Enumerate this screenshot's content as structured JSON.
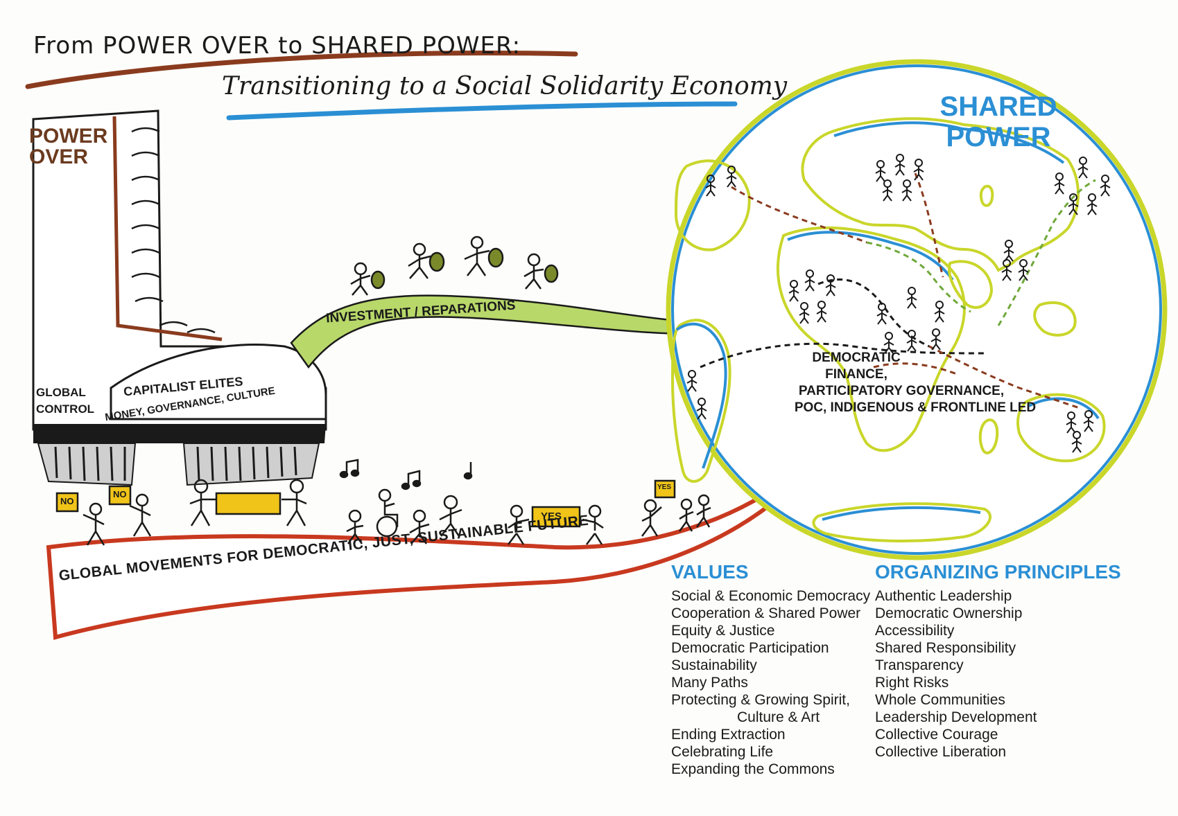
{
  "title": "From POWER OVER to SHARED POWER:",
  "subtitle": "Transitioning to a Social Solidarity Economy",
  "boot": {
    "label": "POWER OVER",
    "global_control": "GLOBAL CONTROL",
    "elites": "CAPITALIST ELITES",
    "elites_detail": "MONEY, GOVERNANCE, CULTURE"
  },
  "green_arrow_label": "INVESTMENT / REPARATIONS",
  "red_arrow_label": "GLOBAL MOVEMENTS FOR DEMOCRATIC, JUST, SUSTAINABLE FUTURE",
  "signs": {
    "no": "NO",
    "yes": "YES"
  },
  "globe": {
    "title": "SHARED POWER",
    "caption_lines": [
      "DEMOCRATIC",
      "FINANCE,",
      "PARTICIPATORY GOVERNANCE,",
      "POC, INDIGENOUS & FRONTLINE LED"
    ]
  },
  "values": {
    "heading": "VALUES",
    "items": [
      "Social & Economic Democracy",
      "Cooperation & Shared Power",
      "Equity & Justice",
      "Democratic Participation",
      "Sustainability",
      "Many Paths",
      "Protecting & Growing Spirit,",
      "Culture & Art",
      "Ending Extraction",
      "Celebrating Life",
      "Expanding the Commons"
    ]
  },
  "principles": {
    "heading": "ORGANIZING PRINCIPLES",
    "items": [
      "Authentic Leadership",
      "Democratic Ownership",
      "Accessibility",
      "Shared Responsibility",
      "Transparency",
      "Right Risks",
      "Whole Communities",
      "Leadership Development",
      "Collective Courage",
      "Collective Liberation"
    ]
  },
  "colors": {
    "brown": "#8a3b1e",
    "red": "#c8391f",
    "blue": "#2b8fd4",
    "yellow_green": "#c9d62a",
    "green": "#6fa83a",
    "sign_yellow": "#f0c419"
  },
  "icons": [
    "boot-icon",
    "globe-icon",
    "music-note-icon",
    "money-bag-icon",
    "wheelchair-icon",
    "stick-figure-icon"
  ]
}
